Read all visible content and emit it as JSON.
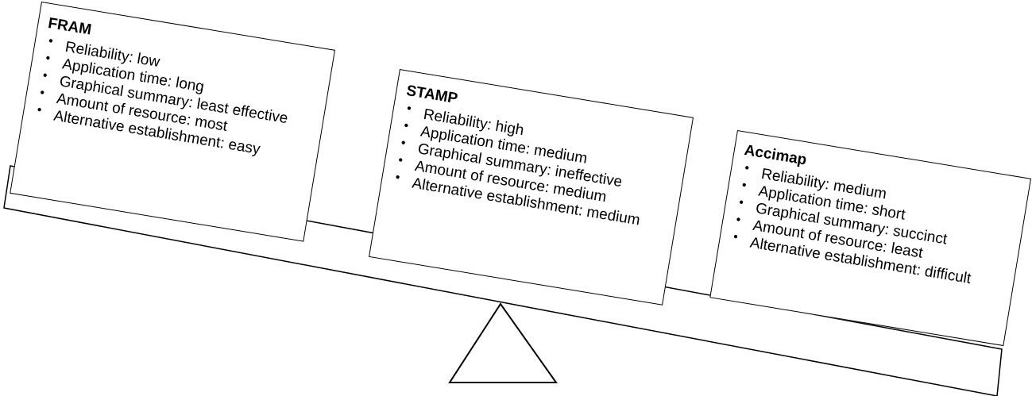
{
  "cards": [
    {
      "title": "FRAM",
      "items": [
        "Reliability: low",
        "Application time: long",
        "Graphical summary: least effective",
        "Amount of resource: most",
        "Alternative establishment: easy"
      ]
    },
    {
      "title": "STAMP",
      "items": [
        "Reliability: high",
        "Application time: medium",
        "Graphical summary: ineffective",
        "Amount of resource: medium",
        "Alternative establishment: medium"
      ]
    },
    {
      "title": "Accimap",
      "items": [
        "Reliability: medium",
        "Application time: short",
        "Graphical summary: succinct",
        "Amount of resource: least",
        "Alternative establishment: difficult"
      ]
    }
  ]
}
